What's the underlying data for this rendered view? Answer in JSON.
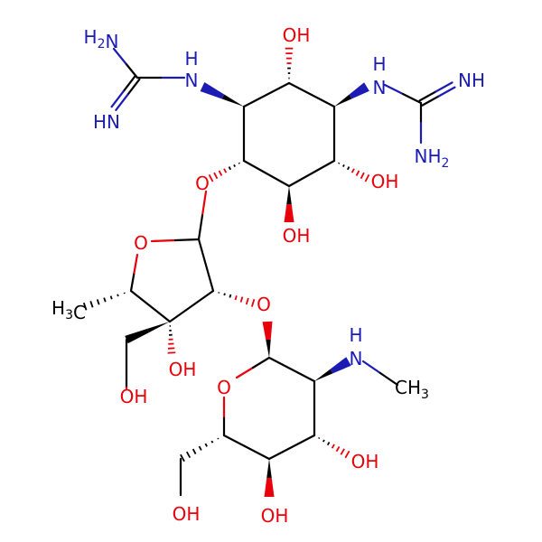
{
  "molecule": {
    "colors": {
      "carbon_bond": "#000000",
      "oxygen": "#e8000b",
      "nitrogen": "#1c1cb4",
      "background": "#ffffff"
    },
    "atom_labels": {
      "h2n_top_left": "H2N",
      "hn_imine_left": "HN",
      "nh_left": "N",
      "nh_left_h": "H",
      "oh_top": "OH",
      "n_right": "N",
      "n_right_h": "H",
      "nh_imine_right": "NH",
      "nh2_right": "NH2",
      "oh_right": "OH",
      "oh_mid": "OH",
      "o_glycoside_1": "O",
      "o_furanose_ring": "O",
      "ch3_left": "H3C",
      "o_glycoside_2": "O",
      "oh_quaternary": "OH",
      "oh_ch2": "OH",
      "nh_methylamino": "N",
      "nh_methylamino_h": "H",
      "ch3_methylamino": "CH3",
      "o_pyranose_ring": "O",
      "oh_pyranose_right": "OH",
      "oh_pyranose_bottom": "OH",
      "oh_pyranose_ch2": "OH"
    }
  }
}
